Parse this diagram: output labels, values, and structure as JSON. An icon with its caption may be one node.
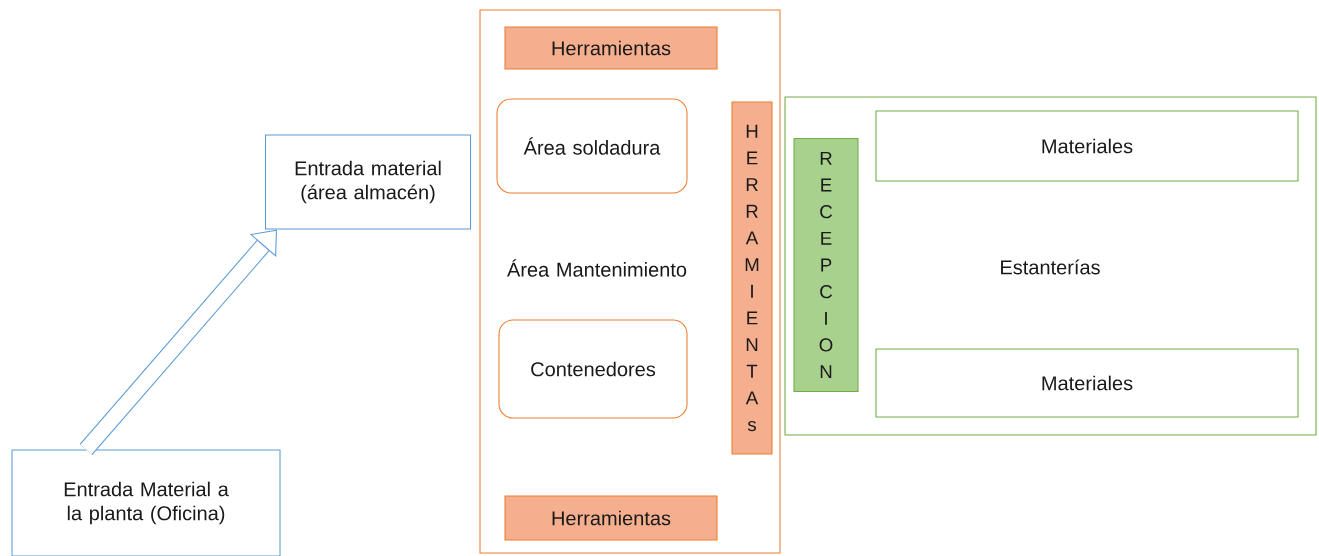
{
  "diagram": {
    "nodes": [
      {
        "text": [
          "Entrada material (área almacén)"
        ]
      },
      {
        "text": [
          "Entrada Material a la planta (Oficina)"
        ]
      },
      {
        "text": [
          "Área Mantenimiento"
        ]
      },
      {
        "text": [
          "Herramientas"
        ],
        "in": 2
      },
      {
        "text": [
          "Área soldadura"
        ],
        "in": 2
      },
      {
        "text": [
          "Contenedores"
        ],
        "in": 2
      },
      {
        "text": [
          "HERRAMIENTAs"
        ],
        "in": 2
      },
      {
        "text": [
          "Herramientas"
        ],
        "in": 2
      },
      {
        "text": [
          "Estanterías"
        ]
      },
      {
        "text": [
          "RECEPCION"
        ],
        "in": 8
      },
      {
        "text": [
          "Materiales"
        ],
        "in": 8
      },
      {
        "text": [
          "Materiales"
        ],
        "in": 8
      }
    ],
    "edges": [
      {
        "from": 1,
        "to": 0,
        "arrow": "to"
      }
    ]
  }
}
